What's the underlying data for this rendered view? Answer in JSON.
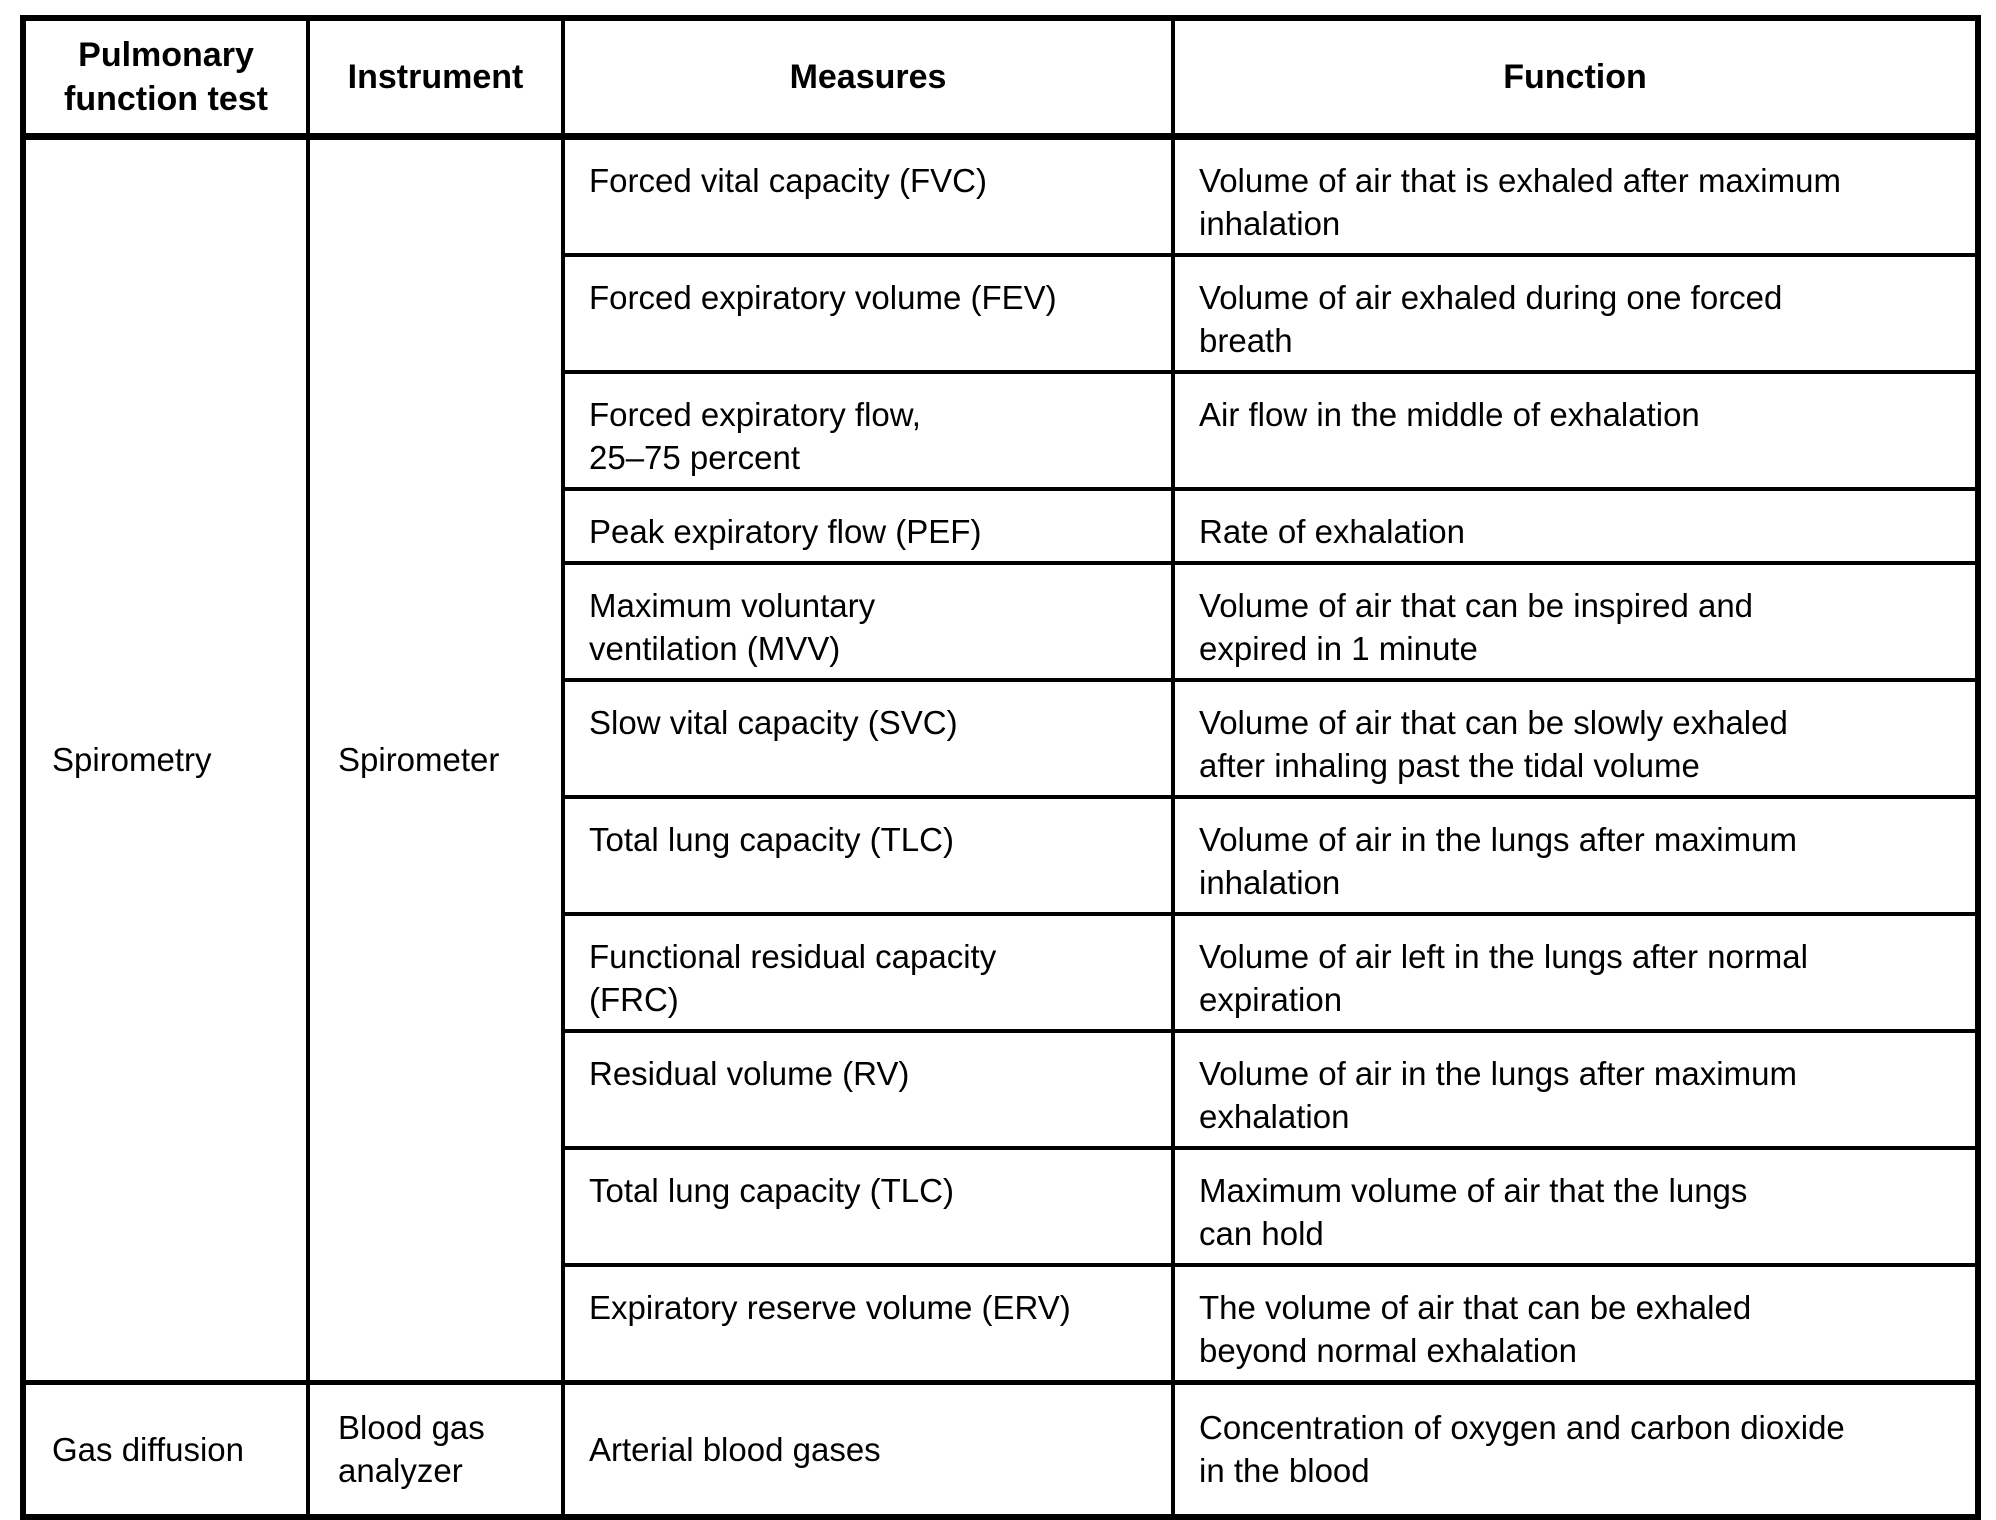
{
  "colors": {
    "background": "#ffffff",
    "border": "#000000",
    "text": "#000000"
  },
  "table": {
    "headers": [
      "Pulmonary\nfunction test",
      "Instrument",
      "Measures",
      "Function"
    ],
    "groups": [
      {
        "test": "Spirometry",
        "instrument": "Spirometer",
        "rows": [
          {
            "measure": "Forced vital capacity (FVC)",
            "function": "Volume of air that is exhaled after maximum\ninhalation"
          },
          {
            "measure": "Forced expiratory volume (FEV)",
            "function": "Volume of air exhaled during one forced\nbreath"
          },
          {
            "measure": "Forced expiratory flow,\n25–75 percent",
            "function": "Air flow in the middle of exhalation"
          },
          {
            "measure": "Peak expiratory flow (PEF)",
            "function": "Rate of exhalation"
          },
          {
            "measure": "Maximum voluntary\nventilation (MVV)",
            "function": "Volume of air that can be inspired and\nexpired in 1 minute"
          },
          {
            "measure": "Slow vital capacity (SVC)",
            "function": "Volume of air that can be slowly exhaled\nafter inhaling past the tidal volume"
          },
          {
            "measure": "Total lung capacity (TLC)",
            "function": "Volume of air in the lungs after maximum\ninhalation"
          },
          {
            "measure": "Functional residual capacity\n(FRC)",
            "function": "Volume of air left in the lungs after normal\nexpiration"
          },
          {
            "measure": "Residual volume (RV)",
            "function": "Volume of air in the lungs after maximum\nexhalation"
          },
          {
            "measure": "Total lung capacity (TLC)",
            "function": "Maximum volume of air that the lungs\ncan hold"
          },
          {
            "measure": "Expiratory reserve volume (ERV)",
            "function": "The volume of air that can be exhaled\nbeyond normal exhalation"
          }
        ]
      },
      {
        "test": "Gas diffusion",
        "instrument": "Blood gas\nanalyzer",
        "rows": [
          {
            "measure": "Arterial blood gases",
            "function": "Concentration of oxygen and carbon dioxide\nin the blood"
          }
        ]
      }
    ]
  }
}
